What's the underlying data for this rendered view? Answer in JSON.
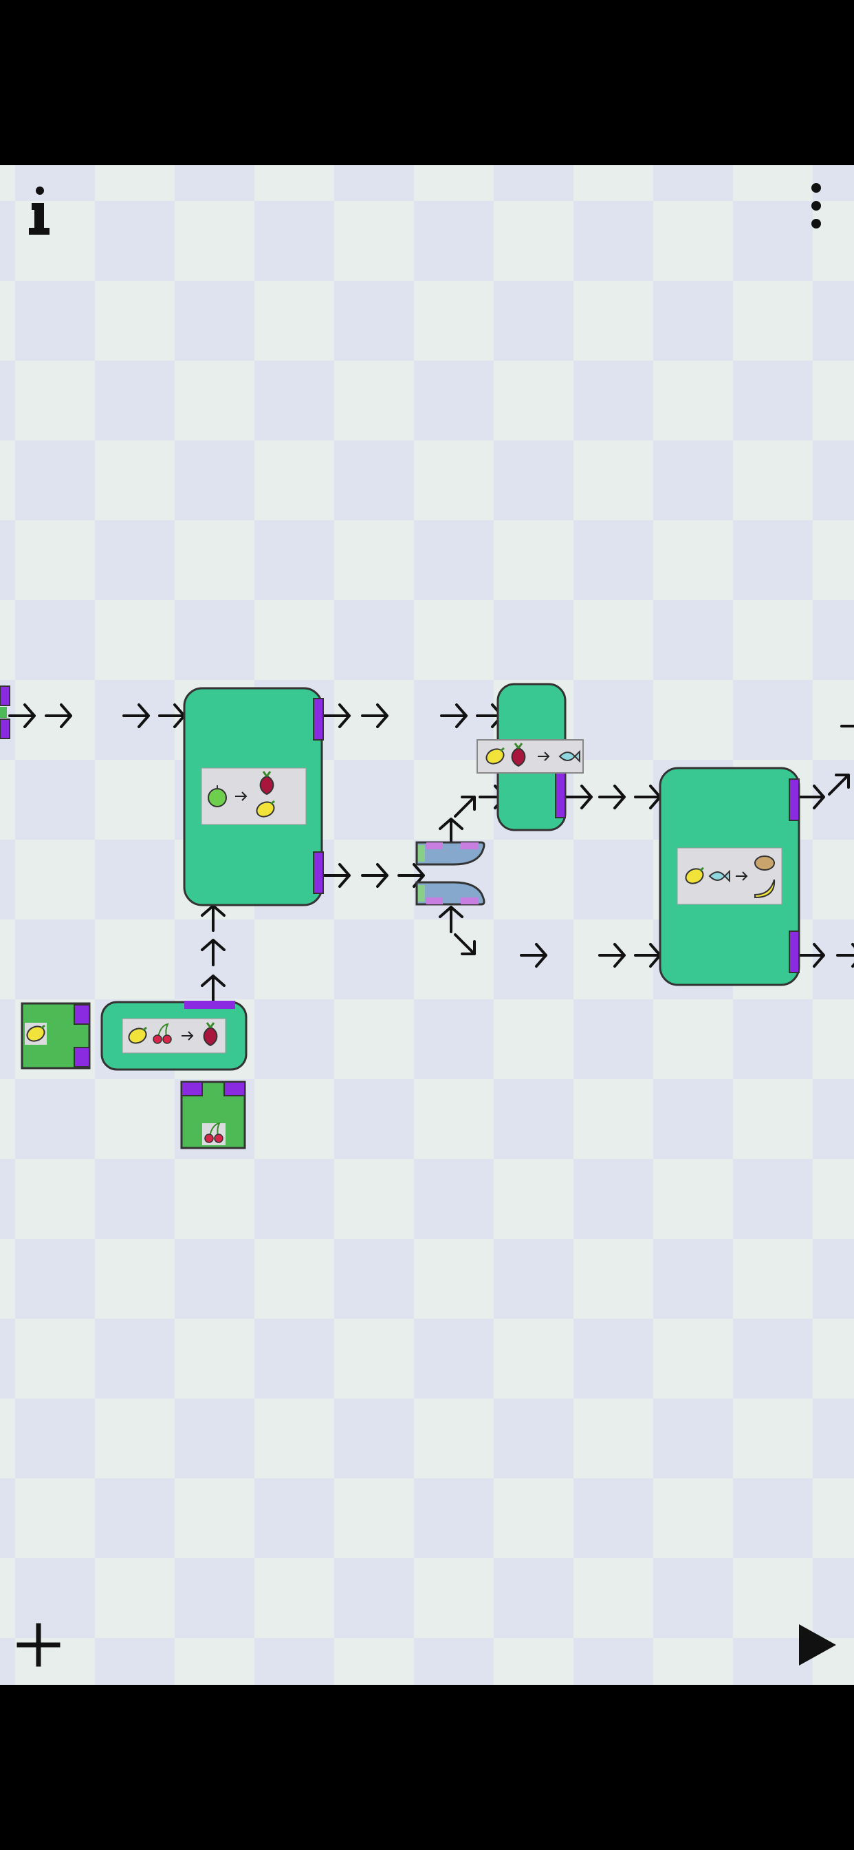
{
  "toolbar": {
    "info_icon": "info-icon",
    "menu_icon": "more-vertical-icon",
    "add_icon": "plus-icon",
    "play_icon": "play-icon"
  },
  "colors": {
    "board_light": "#e8eeec",
    "board_dark": "#dfe3ef",
    "machine_teal": "#3ac892",
    "machine_green": "#4dba55",
    "port_purple": "#8a2be2",
    "splitter_blue": "#86a8cc",
    "recipe_bg": "#dcdce0",
    "outline": "#333333"
  },
  "machines": [
    {
      "id": "factory-1",
      "recipe_inputs": [
        "apple"
      ],
      "recipe_outputs": [
        "beet",
        "lemon"
      ]
    },
    {
      "id": "factory-2",
      "recipe_inputs": [
        "lemon",
        "beet"
      ],
      "recipe_outputs": [
        "fish"
      ]
    },
    {
      "id": "factory-3",
      "recipe_inputs": [
        "lemon",
        "fish"
      ],
      "recipe_outputs": [
        "potato",
        "banana"
      ]
    },
    {
      "id": "combiner",
      "recipe_inputs": [
        "lemon",
        "cherry"
      ],
      "recipe_outputs": [
        "beet"
      ]
    },
    {
      "id": "source-lemon",
      "item": "lemon"
    },
    {
      "id": "source-cherry",
      "item": "cherry"
    },
    {
      "id": "splitter",
      "item": ""
    }
  ]
}
